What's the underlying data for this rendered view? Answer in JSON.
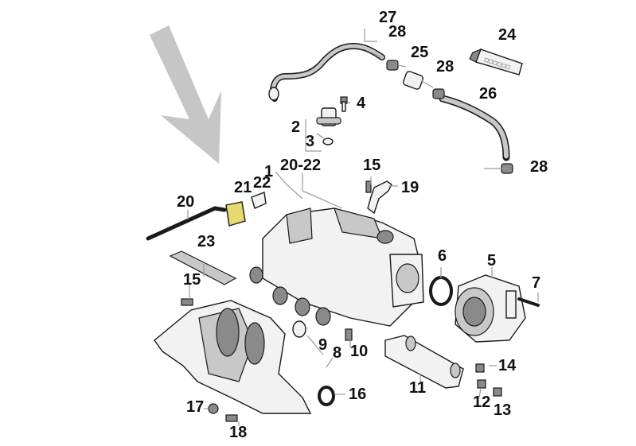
{
  "diagram": {
    "colors": {
      "line": "#1a1a1a",
      "part_fill": "#f2f2f2",
      "part_shade": "#c8c8c8",
      "part_dark": "#8a8a8a",
      "highlight": "#e8d870",
      "arrow": "#c6c6c6",
      "leader": "#9a9a9a"
    },
    "callouts": [
      {
        "id": "1",
        "text": "1"
      },
      {
        "id": "2",
        "text": "2"
      },
      {
        "id": "3",
        "text": "3"
      },
      {
        "id": "4",
        "text": "4"
      },
      {
        "id": "5",
        "text": "5"
      },
      {
        "id": "6",
        "text": "6"
      },
      {
        "id": "7",
        "text": "7"
      },
      {
        "id": "8",
        "text": "8"
      },
      {
        "id": "9",
        "text": "9"
      },
      {
        "id": "10",
        "text": "10"
      },
      {
        "id": "11",
        "text": "11"
      },
      {
        "id": "12",
        "text": "12"
      },
      {
        "id": "13",
        "text": "13"
      },
      {
        "id": "14",
        "text": "14"
      },
      {
        "id": "15a",
        "text": "15"
      },
      {
        "id": "15b",
        "text": "15"
      },
      {
        "id": "16",
        "text": "16"
      },
      {
        "id": "17",
        "text": "17"
      },
      {
        "id": "18",
        "text": "18"
      },
      {
        "id": "19",
        "text": "19"
      },
      {
        "id": "20",
        "text": "20"
      },
      {
        "id": "20-22",
        "text": "20-22"
      },
      {
        "id": "21",
        "text": "21"
      },
      {
        "id": "22",
        "text": "22"
      },
      {
        "id": "23",
        "text": "23"
      },
      {
        "id": "24",
        "text": "24"
      },
      {
        "id": "25",
        "text": "25"
      },
      {
        "id": "26",
        "text": "26"
      },
      {
        "id": "27",
        "text": "27"
      },
      {
        "id": "28a",
        "text": "28"
      },
      {
        "id": "28b",
        "text": "28"
      },
      {
        "id": "28c",
        "text": "28"
      }
    ]
  }
}
